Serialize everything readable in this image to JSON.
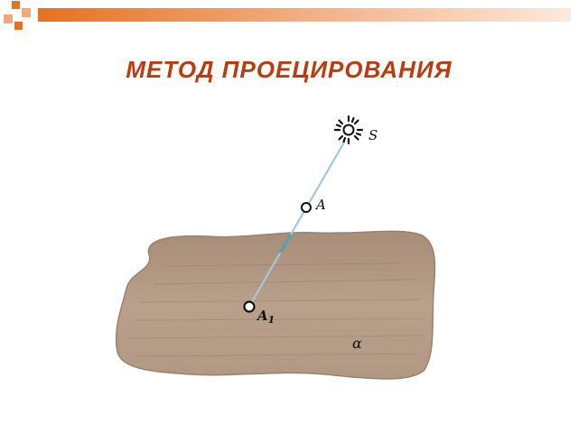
{
  "slide": {
    "title": "МЕТОД ПРОЕЦИРОВАНИЯ",
    "title_color": "#c0390b",
    "accent_color": "#e8701f"
  },
  "diagram": {
    "labels": {
      "source": "S",
      "point": "A",
      "projection": "A",
      "projection_subscript": "1",
      "plane": "α"
    },
    "plane_color": "#b49a83",
    "ray_color": "#9ecbd6"
  }
}
